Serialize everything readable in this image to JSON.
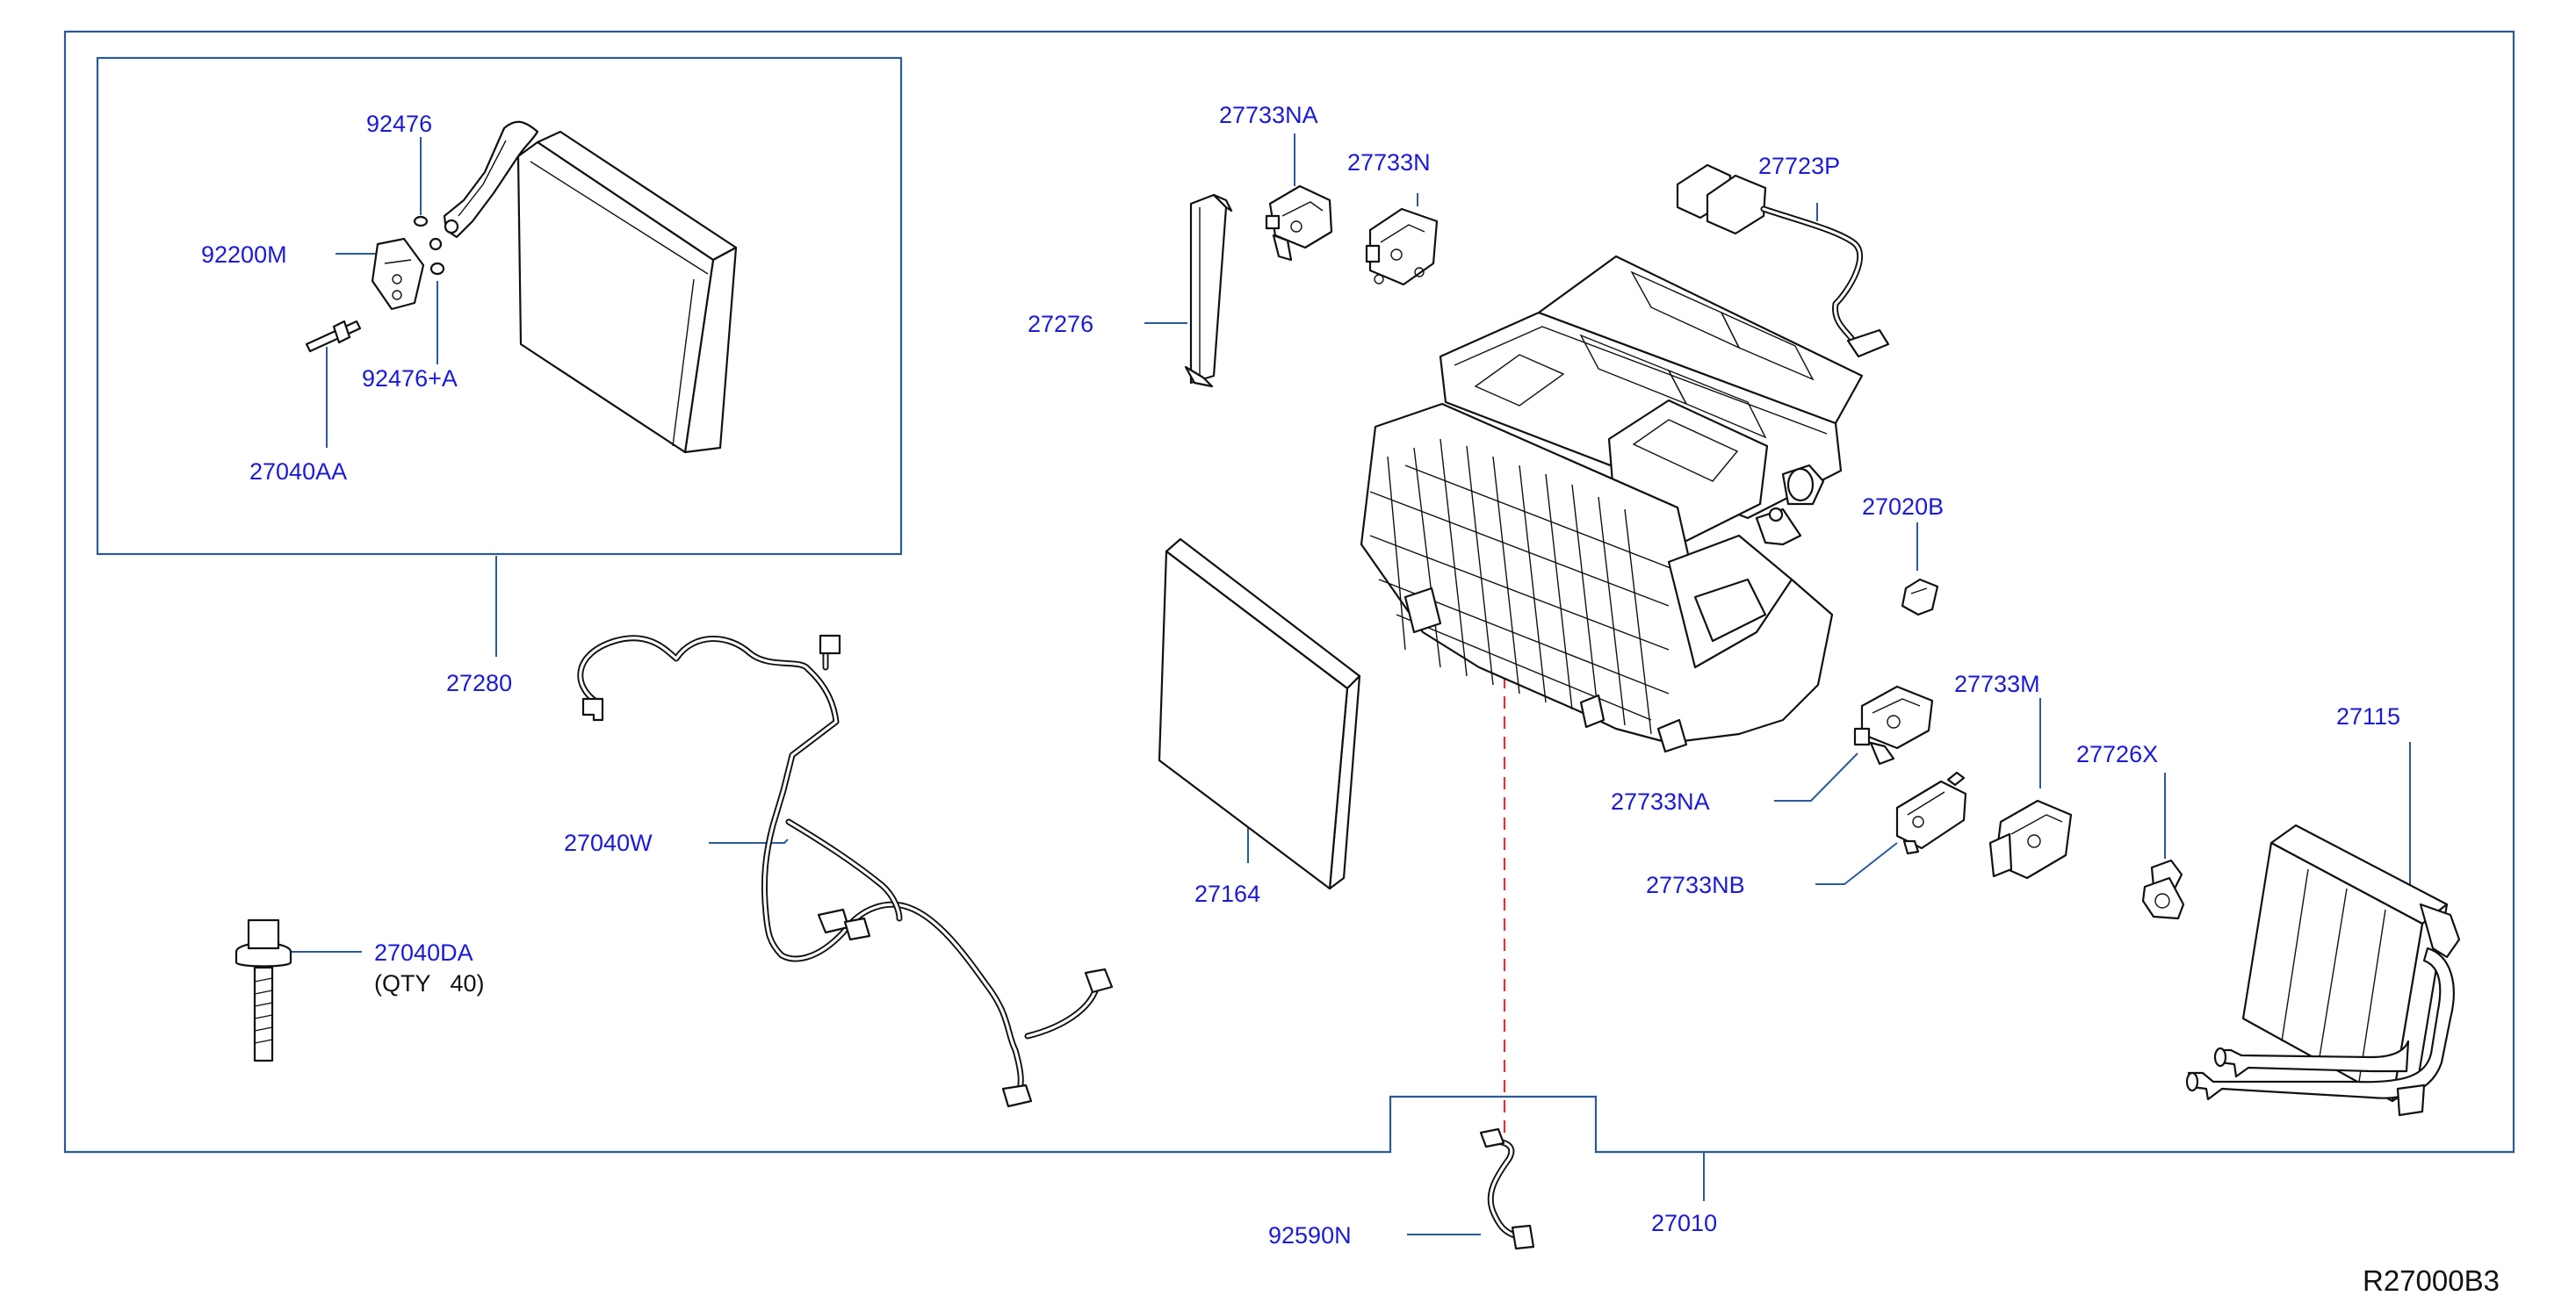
{
  "diagram": {
    "reference_code": "R27000B3",
    "parts": [
      {
        "id": "p-92476",
        "number": "92476"
      },
      {
        "id": "p-92200m",
        "number": "92200M"
      },
      {
        "id": "p-92476a",
        "number": "92476+A"
      },
      {
        "id": "p-27040aa",
        "number": "27040AA"
      },
      {
        "id": "p-27280",
        "number": "27280"
      },
      {
        "id": "p-27040w",
        "number": "27040W"
      },
      {
        "id": "p-27040da",
        "number": "27040DA",
        "note": "(QTY   40)"
      },
      {
        "id": "p-27733na-top",
        "number": "27733NA"
      },
      {
        "id": "p-27733n",
        "number": "27733N"
      },
      {
        "id": "p-27723p",
        "number": "27723P"
      },
      {
        "id": "p-27276",
        "number": "27276"
      },
      {
        "id": "p-27020b",
        "number": "27020B"
      },
      {
        "id": "p-27733m",
        "number": "27733M"
      },
      {
        "id": "p-27115",
        "number": "27115"
      },
      {
        "id": "p-27726x",
        "number": "27726X"
      },
      {
        "id": "p-27733na-bottom",
        "number": "27733NA"
      },
      {
        "id": "p-27733nb",
        "number": "27733NB"
      },
      {
        "id": "p-27164",
        "number": "27164"
      },
      {
        "id": "p-27010",
        "number": "27010"
      },
      {
        "id": "p-92590n",
        "number": "92590N"
      }
    ]
  }
}
